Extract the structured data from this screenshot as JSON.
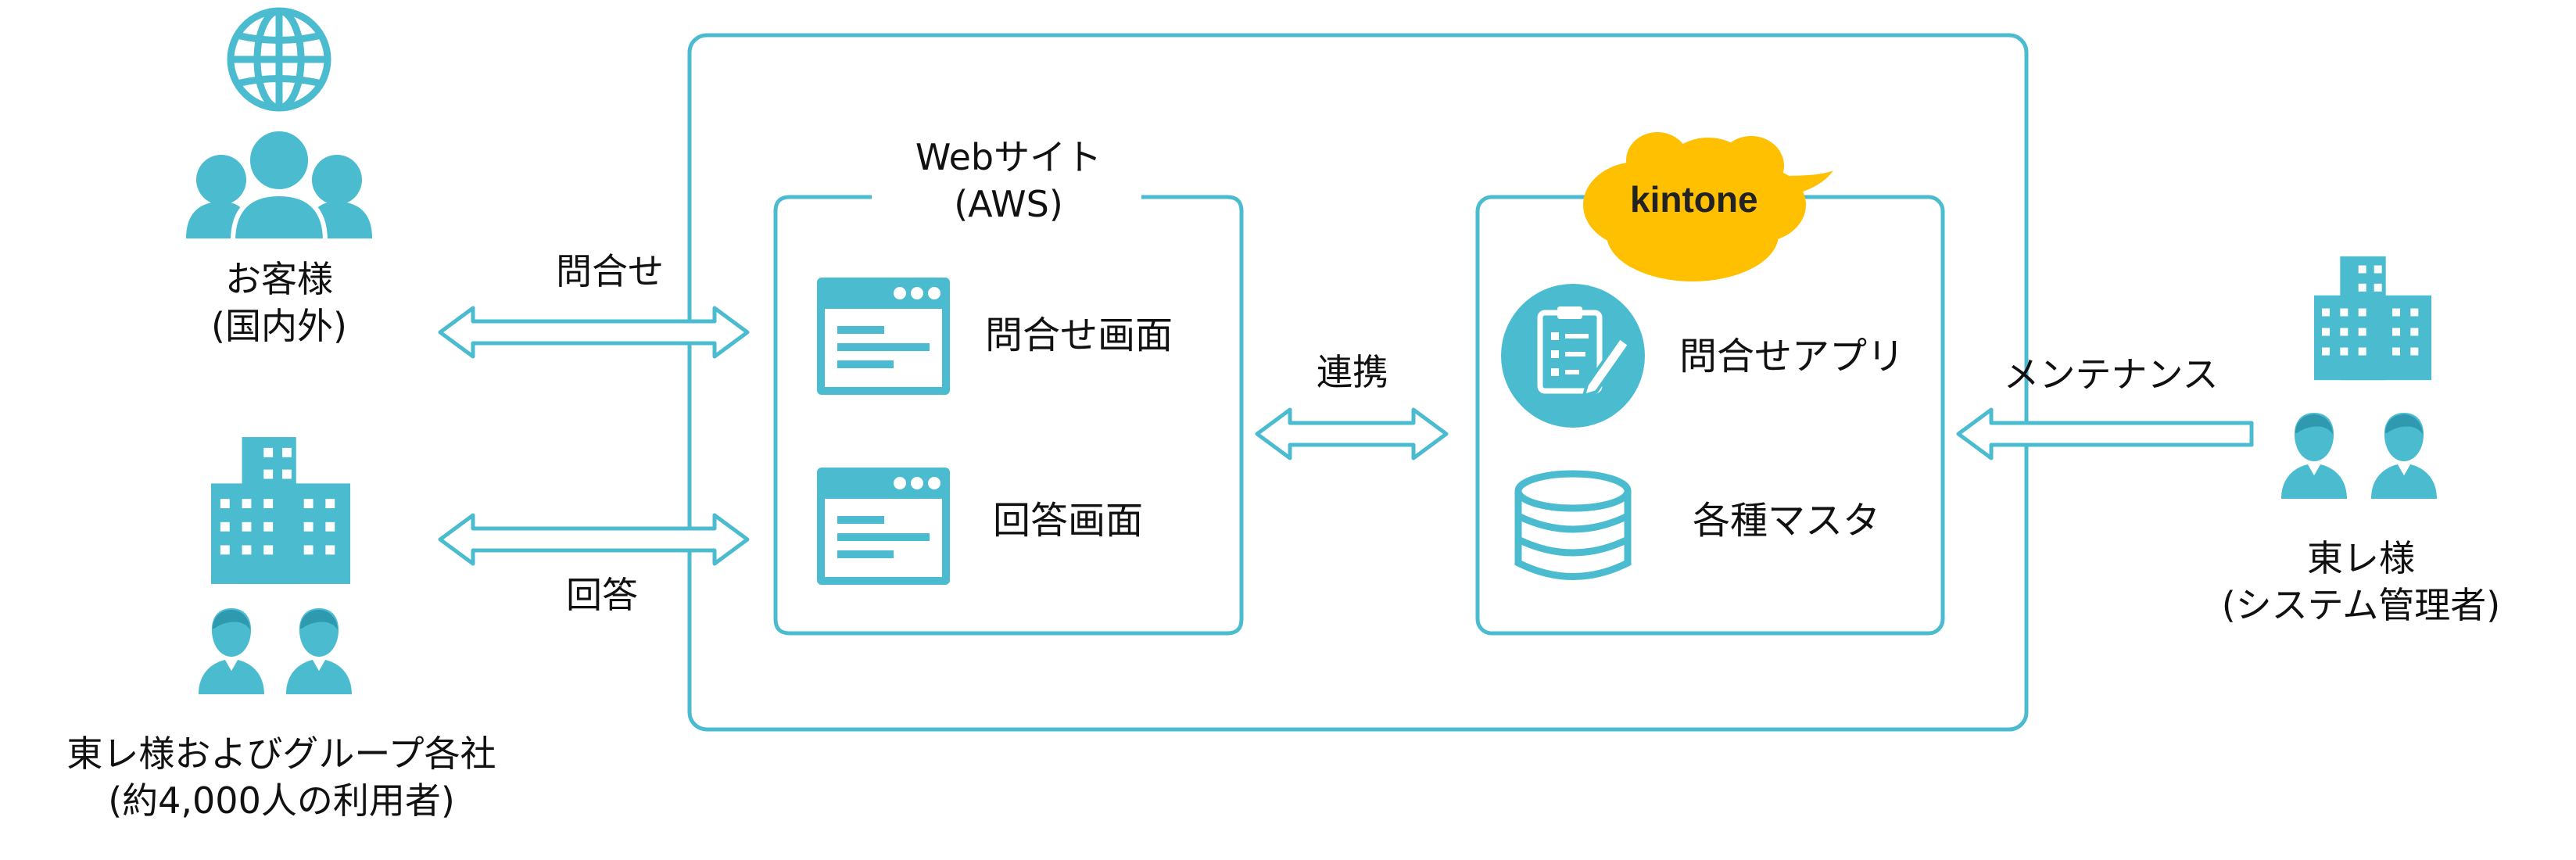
{
  "colors": {
    "accent": "#4bbcd0",
    "icon": "#4bbcd0",
    "frame": "#4bbcd0",
    "kintone_cloud": "#ffc001",
    "text": "#111111"
  },
  "left": {
    "customers": {
      "icon": "globe-people-icon",
      "line1": "お客様",
      "line2": "(国内外)"
    },
    "group": {
      "icon": "building-people-icon",
      "line1": "東レ様およびグループ各社",
      "line2": "(約4,000人の利用者)"
    }
  },
  "arrows": {
    "inquiry": "問合せ",
    "answer": "回答",
    "link": "連携",
    "maintenance": "メンテナンス"
  },
  "website": {
    "title_line1": "Webサイト",
    "title_line2": "(AWS)",
    "items": [
      {
        "icon": "browser-window-icon",
        "label": "問合せ画面"
      },
      {
        "icon": "browser-window-icon",
        "label": "回答画面"
      }
    ]
  },
  "kintone": {
    "logo_text": "kintone",
    "items": [
      {
        "icon": "checklist-clipboard-icon",
        "label": "問合せアプリ"
      },
      {
        "icon": "database-icon",
        "label": "各種マスタ"
      }
    ]
  },
  "right": {
    "admin": {
      "icon": "building-people-icon",
      "line1": "東レ様",
      "line2": "(システム管理者)"
    }
  }
}
